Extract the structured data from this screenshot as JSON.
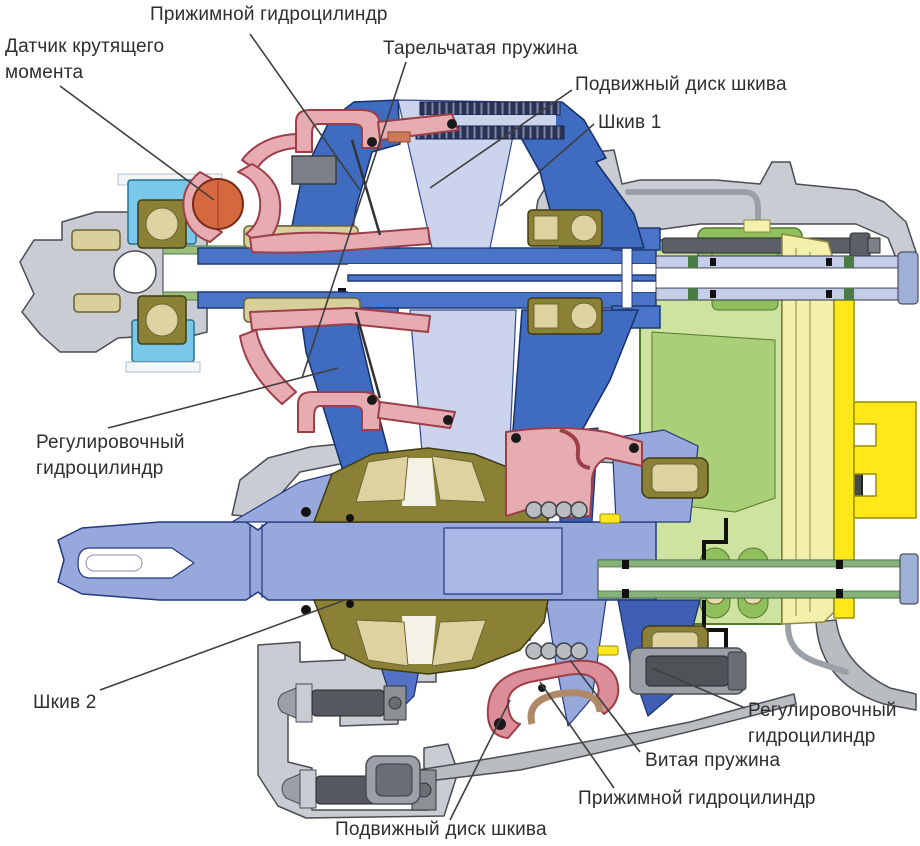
{
  "diagram": {
    "labels": [
      {
        "id": "pressing-cylinder-top",
        "text": "Прижимной гидроцилиндр"
      },
      {
        "id": "torque-sensor",
        "text": "Датчик крутящего\nмомента"
      },
      {
        "id": "disc-spring",
        "text": "Тарельчатая пружина"
      },
      {
        "id": "movable-pulley-disc-top",
        "text": "Подвижный диск шкива"
      },
      {
        "id": "pulley-1",
        "text": "Шкив 1"
      },
      {
        "id": "adjusting-cylinder-left",
        "text": "Регулировочный\nгидроцилиндр"
      },
      {
        "id": "pulley-2",
        "text": "Шкив 2"
      },
      {
        "id": "adjusting-cylinder-right",
        "text": "Регулировочный\nгидроцилиндр"
      },
      {
        "id": "coil-spring",
        "text": "Витая пружина"
      },
      {
        "id": "pressing-cylinder-bottom",
        "text": "Прижимной гидроцилиндр"
      },
      {
        "id": "movable-pulley-disc-bottom",
        "text": "Подвижный диск шкива"
      }
    ],
    "colors": {
      "pulley_blue": "#3f6cc0",
      "pulley_light_lavender": "#ccd4ed",
      "pulley2_periwinkle": "#96a8dc",
      "hydraulic_pink": "#e7abb2",
      "sensor_orange": "#d4683f",
      "bearing_olive": "#8a8136",
      "bearing_tan": "#d9cf9b",
      "housing_gray": "#c9ccd2",
      "unit_green_light": "#cfe3a0",
      "unit_green_dark": "#8fc05c",
      "plate_yellow_pale": "#f3f0ab",
      "plate_yellow_bright": "#ffe81a",
      "cyan_block": "#79c7e9",
      "belt_dark": "#2a3352",
      "label_text": "#2e2e2e"
    }
  }
}
